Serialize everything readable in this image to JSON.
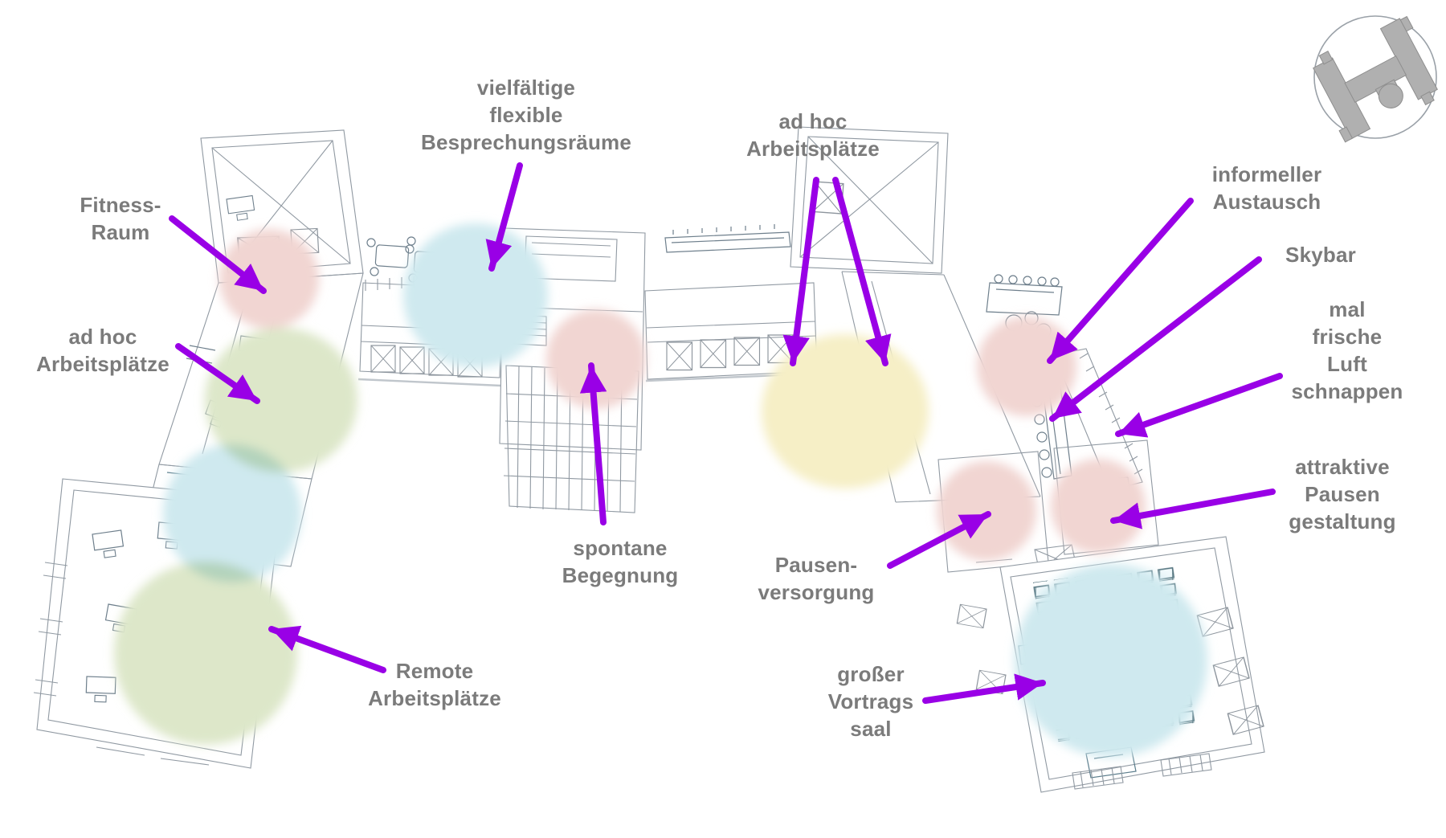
{
  "page": {
    "description": "Annotated axonometric floor-plan sketch of an H-shaped office building with highlighted activity zones",
    "language": "de",
    "background": "#ffffff"
  },
  "logo": {
    "name": "building-footprint-logo",
    "shape": "H-shaped floor plan silhouette in a circle"
  },
  "colors": {
    "arrow": "#9900e6",
    "label_text": "#7b7b7b",
    "zone_pink": "#f1d5d2",
    "zone_green": "#dde7c9",
    "zone_blue": "#cfe9ef",
    "zone_yellow": "#f6efc6",
    "sketch_ink": "#9099a2",
    "seat_ink": "#5b7d8c",
    "logo_gray": "#b0b0b0"
  },
  "annotations": {
    "besprechungsraeume": {
      "label": "vielfältige\nflexible\nBesprechungsräume",
      "zone": "blue"
    },
    "adhoc_top": {
      "label": "ad hoc\nArbeitsplätze",
      "zone": "yellow"
    },
    "fitness": {
      "label": "Fitness-\nRaum",
      "zone": "pink"
    },
    "adhoc_left": {
      "label": "ad hoc\nArbeitsplätze",
      "zone": "green"
    },
    "informeller": {
      "label": "informeller\nAustausch",
      "zone": "pink"
    },
    "skybar": {
      "label": "Skybar",
      "zone": "none"
    },
    "frische_luft": {
      "label": "mal\nfrische\nLuft\nschnappen",
      "zone": "none"
    },
    "attraktive": {
      "label": "attraktive\nPausen\ngestaltung",
      "zone": "pink"
    },
    "spontane": {
      "label": "spontane\nBegegnung",
      "zone": "pink"
    },
    "pausenversorgung": {
      "label": "Pausen-\nversorgung",
      "zone": "pink"
    },
    "remote": {
      "label": "Remote\nArbeitsplätze",
      "zone": "green"
    },
    "vortragssaal": {
      "label": "großer\nVortrags\nsaal",
      "zone": "blue"
    }
  }
}
